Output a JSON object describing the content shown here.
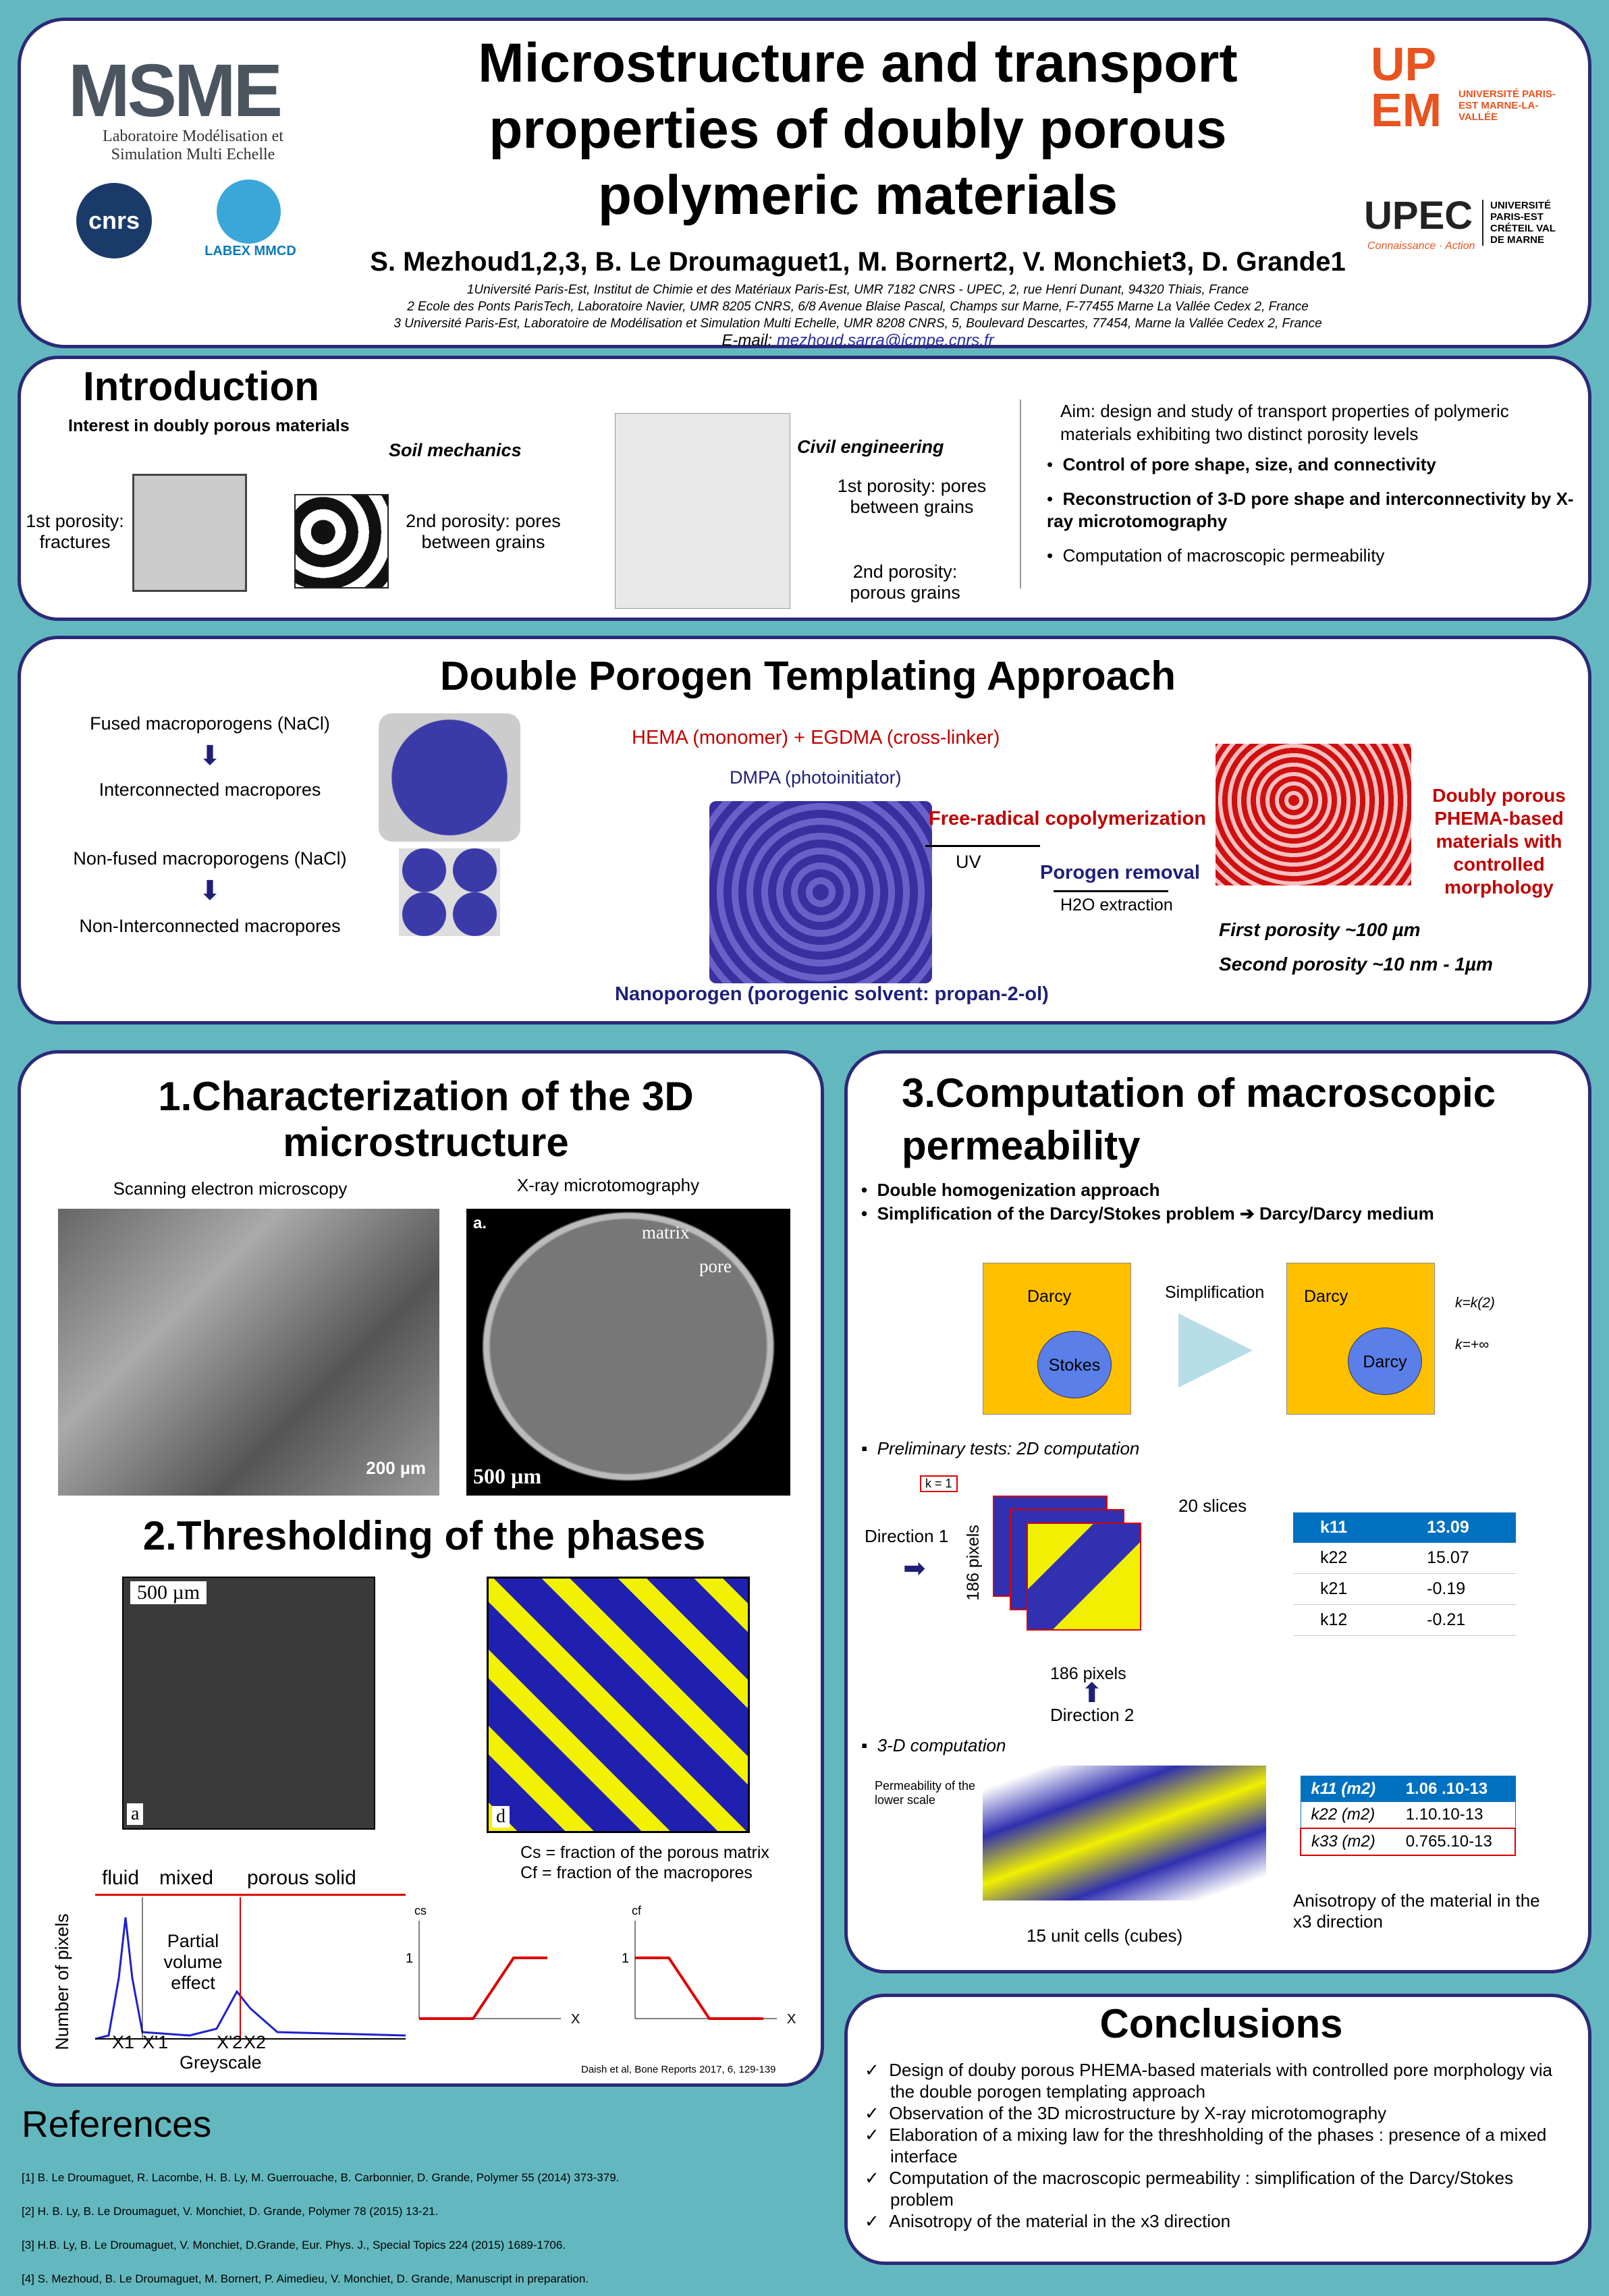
{
  "header": {
    "title": "Microstructure and transport properties of doubly porous polymeric materials",
    "authors": "S. Mezhoud1,2,3, B. Le Droumaguet1, M. Bornert2, V. Monchiet3, D. Grande1",
    "affiliations": [
      "1Université Paris-Est, Institut de Chimie et des Matériaux Paris-Est, UMR 7182 CNRS - UPEC, 2, rue Henri Dunant, 94320 Thiais, France",
      "2 Ecole des Ponts ParisTech, Laboratoire Navier, UMR 8205 CNRS, 6/8 Avenue Blaise Pascal, Champs sur Marne, F-77455 Marne La Vallée Cedex 2, France",
      "3 Université Paris-Est, Laboratoire de Modélisation et Simulation Multi Echelle, UMR 8208 CNRS, 5, Boulevard Descartes, 77454, Marne la Vallée Cedex 2, France"
    ],
    "email_label": "E-mail:",
    "email": "mezhoud.sarra@icmpe.cnrs.fr",
    "logos": {
      "msme": "MSME",
      "msme_sub": "Laboratoire Modélisation et Simulation Multi Echelle",
      "cnrs": "cnrs",
      "labex": "LABEX MMCD",
      "upem": "UP EM",
      "upem_sub": "UNIVERSITÉ PARIS-EST MARNE-LA-VALLÉE",
      "upec": "UPEC",
      "upec_tag": "Connaissance · Action",
      "upec_sub": "UNIVERSITÉ PARIS-EST CRÉTEIL VAL DE MARNE"
    }
  },
  "intro": {
    "title": "Introduction",
    "interest": "Interest in doubly porous materials",
    "soil": "Soil mechanics",
    "civil": "Civil engineering",
    "p1_soil": "1st porosity: fractures",
    "p2_soil": "2nd porosity: pores between grains",
    "p1_civil": "1st porosity: pores between grains",
    "p2_civil": "2nd porosity: porous grains",
    "aim": "Aim: design and study of transport properties of polymeric materials exhibiting two distinct porosity levels",
    "bullets": [
      "Control of pore shape, size, and connectivity",
      "Reconstruction of 3-D pore shape and interconnectivity by X-ray microtomography",
      "Computation of macroscopic permeability"
    ]
  },
  "porogen": {
    "title": "Double Porogen Templating Approach",
    "fused": "Fused macroporogens (NaCl)",
    "interconnected": "Interconnected macropores",
    "nonfused": "Non-fused macroporogens (NaCl)",
    "noninter": "Non-Interconnected macropores",
    "hema": "HEMA (monomer) + EGDMA (cross-linker)",
    "dmpa": "DMPA (photoinitiator)",
    "frc": "Free-radical copolymerization",
    "uv": "UV",
    "removal": "Porogen removal",
    "extraction": "H2O extraction",
    "nano": "Nanoporogen (porogenic solvent: propan-2-ol)",
    "result": "Doubly porous PHEMA-based materials with controlled morphology",
    "first": "First porosity ~100 µm",
    "second": "Second porosity ~10 nm - 1µm"
  },
  "s1": {
    "title": "1.Characterization of the 3D microstructure",
    "sem": "Scanning electron microscopy",
    "xray": "X-ray microtomography",
    "scale_sem": "200 µm",
    "scale_xr": "500 µm",
    "matrix": "matrix",
    "pore": "pore",
    "a": "a."
  },
  "s2": {
    "title": "2.Thresholding of the phases",
    "scale": "500 µm",
    "a": "a",
    "d": "d",
    "cs": "Cs = fraction of the porous matrix",
    "cf": "Cf = fraction of the macropores",
    "fluid": "fluid",
    "mixed": "mixed",
    "porous": "porous solid",
    "ylabel": "Number of pixels",
    "xlabel": "Greyscale",
    "pve": "Partial volume effect",
    "x1": "X1",
    "x1p": "X'1",
    "x2p": "X'2",
    "x2": "X2",
    "cs_axis": "cs",
    "cf_axis": "cf",
    "one": "1",
    "X": "X",
    "citation": "Daish et al, Bone Reports 2017, 6, 129-139"
  },
  "s3": {
    "title": "3.Computation of macroscopic permeability",
    "bullets": [
      "Double homogenization approach",
      "Simplification of the Darcy/Stokes problem ➔ Darcy/Darcy medium"
    ],
    "darcy": "Darcy",
    "stokes": "Stokes",
    "simplification": "Simplification",
    "k2": "k=k(2)",
    "kinf": "k=+∞",
    "prelim": "Preliminary tests: 2D computation",
    "k1": "k = 1",
    "dir1": "Direction 1",
    "dir2": "Direction 2",
    "slices": "20 slices",
    "px": "186 pixels",
    "table1": [
      [
        "k11",
        "13.09"
      ],
      [
        "k22",
        "15.07"
      ],
      [
        "k21",
        "-0.19"
      ],
      [
        "k12",
        "-0.21"
      ]
    ],
    "comp3d": "3-D computation",
    "lower": "Permeability of the lower scale",
    "cells": "15 unit cells (cubes)",
    "table2": [
      [
        "k11 (m2)",
        "1.06 .10-13"
      ],
      [
        "k22 (m2)",
        "1.10.10-13"
      ],
      [
        "k33 (m2)",
        "0.765.10-13"
      ]
    ],
    "aniso": "Anisotropy of the material in the x3 direction"
  },
  "conclusions": {
    "title": "Conclusions",
    "items": [
      "Design of douby porous PHEMA-based materials with controlled pore morphology via the double porogen templating approach",
      "Observation of the 3D microstructure by X-ray microtomography",
      "Elaboration of a mixing law for the threshholding of the phases : presence of a mixed interface",
      "Computation of the macroscopic permeability : simplification of the Darcy/Stokes problem",
      "Anisotropy of the material in the x3 direction"
    ]
  },
  "references": {
    "title": "References",
    "items": [
      "[1] B. Le Droumaguet, R. Lacombe, H. B. Ly, M. Guerrouache, B. Carbonnier, D. Grande, Polymer 55 (2014) 373-379.",
      "[2] H. B. Ly, B. Le Droumaguet, V. Monchiet, D. Grande, Polymer 78 (2015) 13-21.",
      "[3] H.B. Ly, B. Le Droumaguet, V. Monchiet, D.Grande, Eur. Phys. J., Special Topics 224 (2015) 1689-1706.",
      "[4] S. Mezhoud, B. Le Droumaguet, M. Bornert, P. Aimedieu, V. Monchiet, D. Grande, Manuscript in preparation."
    ]
  }
}
